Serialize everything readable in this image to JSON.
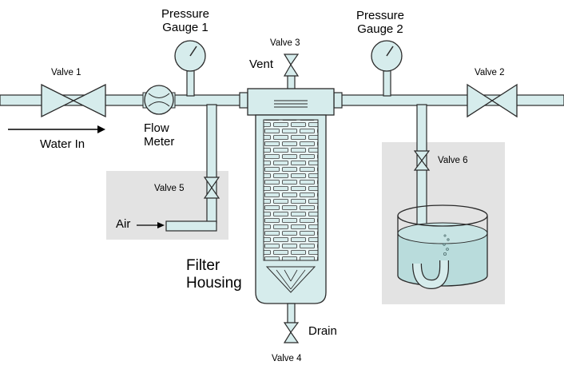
{
  "diagram": {
    "valves": {
      "v1": "Valve 1",
      "v2": "Valve 2",
      "v3": "Valve 3",
      "v4": "Valve 4",
      "v5": "Valve 5",
      "v6": "Valve 6"
    },
    "gauges": {
      "g1_line1": "Pressure",
      "g1_line2": "Gauge 1",
      "g2_line1": "Pressure",
      "g2_line2": "Gauge 2"
    },
    "flow_meter": {
      "line1": "Flow",
      "line2": "Meter"
    },
    "vent": "Vent",
    "drain": "Drain",
    "water_in": "Water In",
    "air": "Air",
    "filter_housing": {
      "line1": "Filter",
      "line2": "Housing"
    },
    "colors": {
      "pipe": "#d6ecec",
      "outline": "#2a2a2a",
      "panel": "#e3e3e3",
      "water": "#b9dcdc"
    }
  }
}
